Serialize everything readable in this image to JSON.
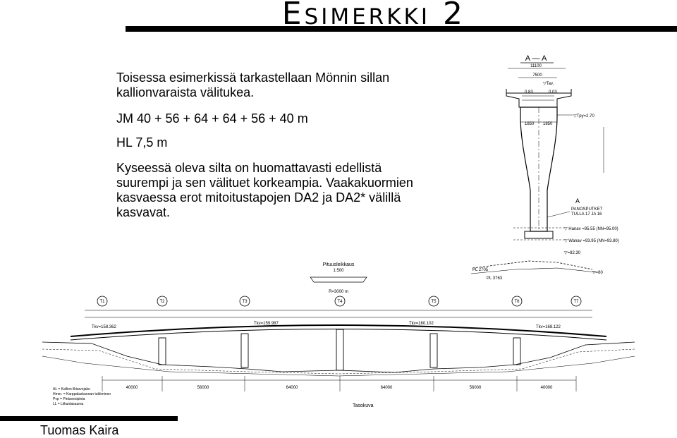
{
  "slide": {
    "title": "Esimerkki 2",
    "intro": "Toisessa esimerkissä tarkastellaan Mönnin sillan kallionvaraista välitukea.",
    "spans": "JM 40 + 56 + 64 + 64 + 56 + 40 m",
    "clearance": "HL 7,5 m",
    "description": "Kyseessä oleva silta on huomattavasti edellistä suurempi ja sen välituet korkeampia. Vaakakuormien kasvaessa erot mitoitustapojen DA2 ja DA2* välillä kasvavat.",
    "author": "Tuomas Kaira"
  },
  "drawing": {
    "cross_section": {
      "label": "A — A",
      "dims_top": [
        "11100",
        "7500"
      ],
      "dims_mid": [
        "0.83",
        "0.03"
      ],
      "dims_pier": [
        "1850",
        "1850"
      ],
      "annot_top": "▽Tav.",
      "annot_right": "▽Tpy=2.70",
      "section_mark": "A",
      "pipes_label": "PANOSPUTKET",
      "pipes_sub": "TULLA 17 JA 16",
      "water_high": "▽ Hanav =95.55 (NN=95.00)",
      "water_mid": "▽ Wanav =93.95 (NN=93.80)",
      "level_low": "▽=82.30",
      "pile_1": "PL 2705",
      "pile_2": "PL 3763",
      "level_bottom": "▽=80"
    },
    "profile": {
      "header": "Pituusleikkaus",
      "header_dim": "1:500",
      "supports": [
        "T1",
        "T2",
        "T3",
        "T4",
        "T5",
        "T6",
        "T7"
      ],
      "radius": "R=3000 m",
      "span_values": [
        "40000",
        "56000",
        "64000",
        "64000",
        "56000",
        "40000"
      ],
      "levels": [
        "Tkv=158.362",
        "Tkv=159.987",
        "Tkv=160.102",
        "Tkv=168.122"
      ],
      "legend": [
        "AL = Kallion likiarvojako",
        "Hmm. = Karppalaskannan tutkiminen",
        "Pvp = Pintavesipinta",
        "LL = Liikuntasauma"
      ],
      "footer_label": "Tasokuva"
    }
  }
}
